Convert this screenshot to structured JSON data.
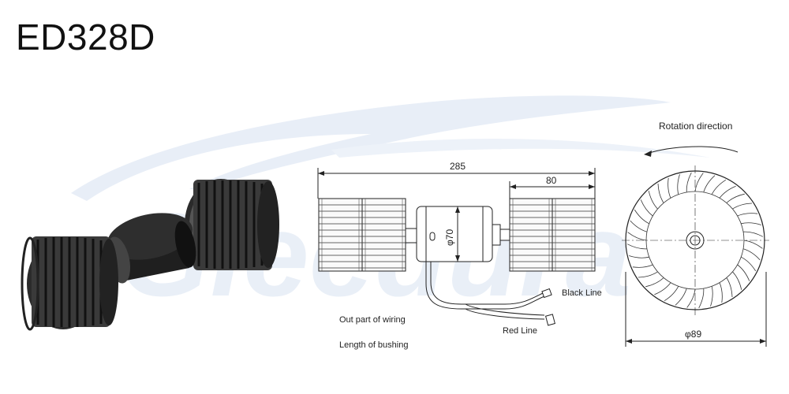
{
  "title": "ED328D",
  "labels": {
    "rotation": "Rotation direction",
    "overall_length": "285",
    "wheel_width": "80",
    "motor_diameter": "φ70",
    "wheel_diameter": "φ89",
    "black_line": "Black Line",
    "red_line": "Red Line",
    "out_part_wiring": "Out part of wiring",
    "length_bushing": "Length of bushing"
  },
  "watermark": {
    "text": "Gleedura",
    "color": "#e6edf6"
  }
}
